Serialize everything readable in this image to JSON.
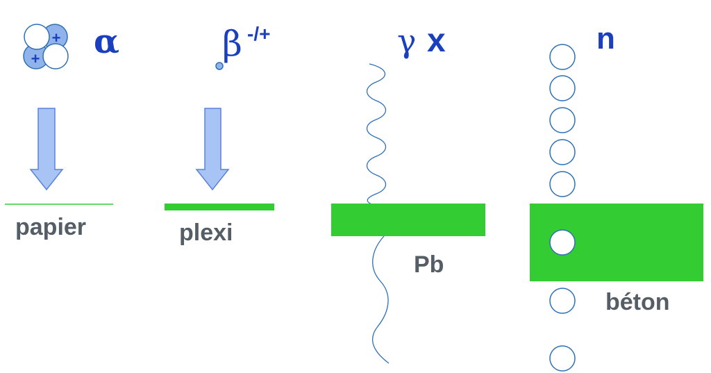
{
  "colors": {
    "symbol_blue": "#1a3fbf",
    "label_gray": "#555d66",
    "barrier_green": "#33cc33",
    "arrow_fill": "#a8c4f5",
    "arrow_stroke": "#5b82d6",
    "particle_stroke": "#2d6fb5",
    "proton_fill": "#8fb3ea"
  },
  "alpha": {
    "symbol": "α",
    "charge_mark": "+",
    "barrier_label": "papier"
  },
  "beta": {
    "symbol": "β",
    "superscript": "-/+",
    "barrier_label": "plexi"
  },
  "gamma": {
    "symbol": "γ",
    "symbol2": "x",
    "barrier_label": "Pb"
  },
  "neutron": {
    "symbol": "n",
    "barrier_label": "béton"
  }
}
